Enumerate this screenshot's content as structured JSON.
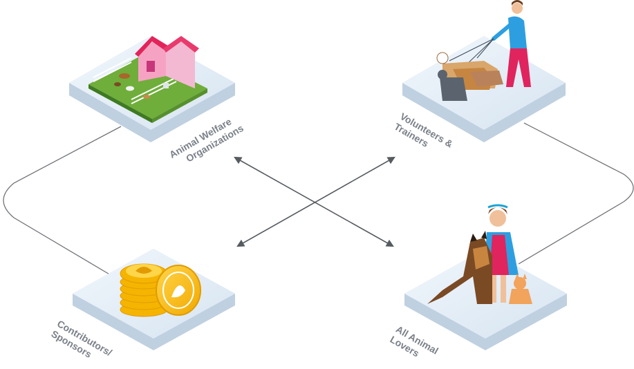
{
  "nodes": {
    "top_left": {
      "line1": "Animal Welfare",
      "line2": "Organizations",
      "illustration": "farm-barn-with-animals"
    },
    "top_right": {
      "line1": "Volunteers &",
      "line2": "Trainers",
      "illustration": "person-walking-dogs-and-cat"
    },
    "bottom_left": {
      "line1": "Contributors/",
      "line2": "Sponsors",
      "illustration": "gold-coins-with-paw-hand"
    },
    "bottom_right": {
      "line1": "All Animal",
      "line2": "Lovers",
      "illustration": "woman-with-dog-and-cat"
    }
  },
  "colors": {
    "platform_top": "#e3edf6",
    "platform_side": "#bfd0e0",
    "connector": "#6f7378",
    "arrow": "#565b60",
    "label": "#7b8089"
  }
}
